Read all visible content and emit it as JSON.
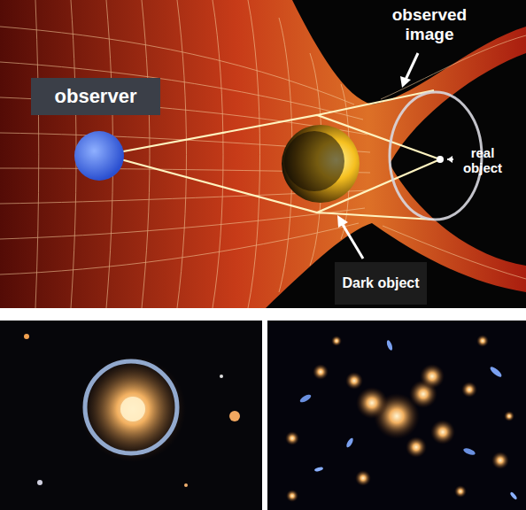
{
  "diagram": {
    "nodes": [
      {
        "text": [
          "observer"
        ]
      },
      {
        "text": [
          "Dark object"
        ]
      }
    ],
    "labels": [
      "observed image",
      "real object"
    ]
  }
}
